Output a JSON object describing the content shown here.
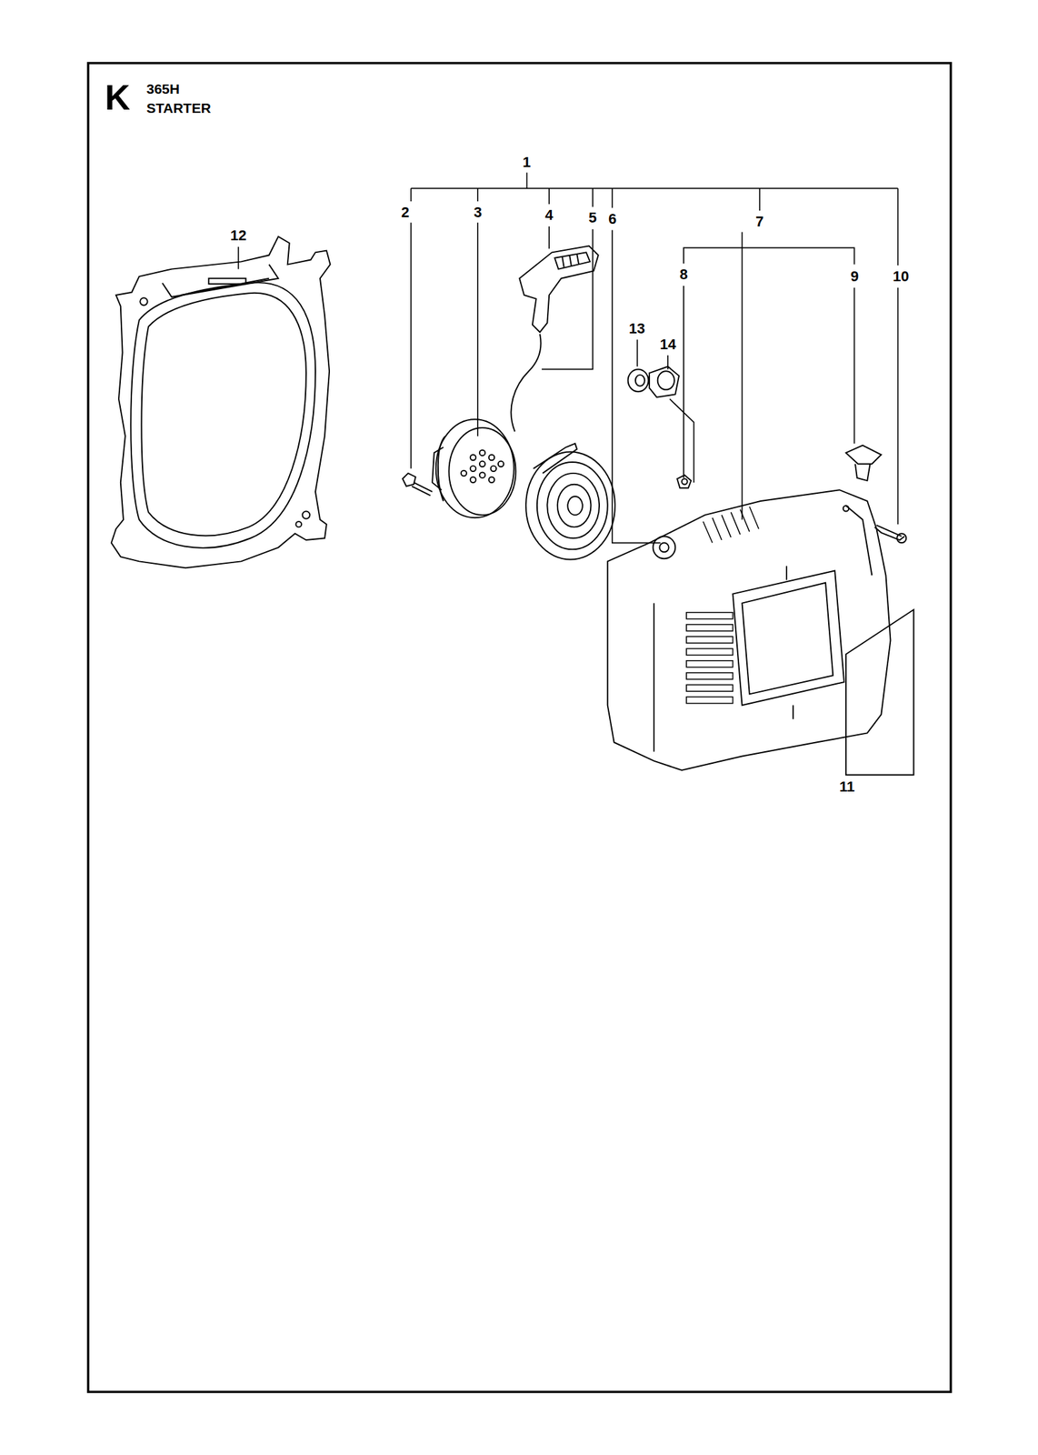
{
  "diagram": {
    "labels": [
      "K",
      "365H",
      "STARTER",
      "1",
      "2",
      "3",
      "4",
      "5",
      "6",
      "7",
      "8",
      "9",
      "10",
      "11",
      "12",
      "13",
      "14"
    ]
  }
}
